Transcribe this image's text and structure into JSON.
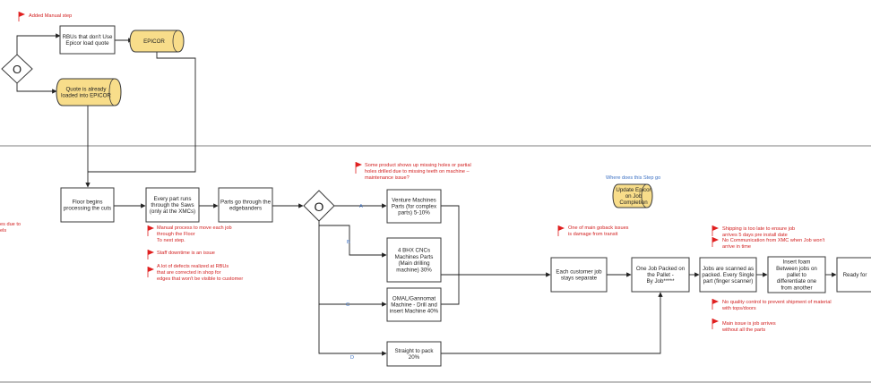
{
  "notes": {
    "added_manual_step": "Added Manual step",
    "left_cut_1": "es due to",
    "left_cut_2": "els",
    "missing_holes_1": "Some product shows up missing holes or partial",
    "missing_holes_2": "holes drilled due to missing teeth on machine –",
    "missing_holes_3": "maintenance issue?",
    "manual_process_1": "Manual process to move each job",
    "manual_process_2": "through the Floor",
    "manual_process_3": "To next step.",
    "staff_downtime": "Staff downtime is an issue",
    "defects_1": "A lot of defects realized at RBUs",
    "defects_2": "that are corrected in shop for",
    "defects_3": "edges that won't be visible to customer",
    "gobuck_1": "One of main goback issues",
    "gobuck_2": "is damage from transit",
    "shipping_1": "Shipping is too late to ensure job",
    "shipping_2": "arrives 5 days pre install date",
    "xmc_1": "No Communication from XMC when Job won't",
    "xmc_2": "arrive in time",
    "quality_1": "No quality control to prevent shipment of material",
    "quality_2": "with tops/doors",
    "main_issue_1": "Main issue is job arrives",
    "main_issue_2": "without all the parts",
    "where_step": "Where does this Step go"
  },
  "nodes": {
    "rbus": [
      "RBUs that don't Use",
      "Epicor load quote"
    ],
    "epicor": [
      "EPICOR"
    ],
    "quote_loaded": [
      "Quote is already",
      "loaded into EPICOR"
    ],
    "gate_top": [
      "O"
    ],
    "floor": [
      "Floor begins",
      "processing the cuts"
    ],
    "saws": [
      "Every part runs",
      "through the Saws",
      "(only at the XMCs)"
    ],
    "edgebanders": [
      "Parts go through the",
      "edgebanders"
    ],
    "gate_mid": [
      "O"
    ],
    "venture": [
      "Venture Machines",
      "Parts (for complex",
      "parts) 5-10%"
    ],
    "bhx": [
      "4 BHX CNCs",
      "Machines Parts",
      "(Main drilling",
      "machine) 30%"
    ],
    "omal": [
      "OMAL/Gannomat",
      "Machine - Drill and",
      "insert Machine 40%"
    ],
    "straight": [
      "Straight to pack",
      "20%"
    ],
    "update_epicor": [
      "Update Epicor",
      "on Job",
      "Completion"
    ],
    "separate": [
      "Each customer job",
      "stays separate"
    ],
    "pallet": [
      "One Job Packed on",
      "the Pallet -",
      "By Job*****"
    ],
    "scanned": [
      "Jobs are scanned as",
      "packed. Every Single",
      "part (finger scanner)"
    ],
    "foam": [
      "Insert foam",
      "Between jobs on",
      "pallet to",
      "differentiate one",
      "from another"
    ],
    "ready": [
      "Ready for"
    ]
  },
  "edge_labels": {
    "a": "A",
    "b": "B",
    "c": "C",
    "d": "D"
  }
}
